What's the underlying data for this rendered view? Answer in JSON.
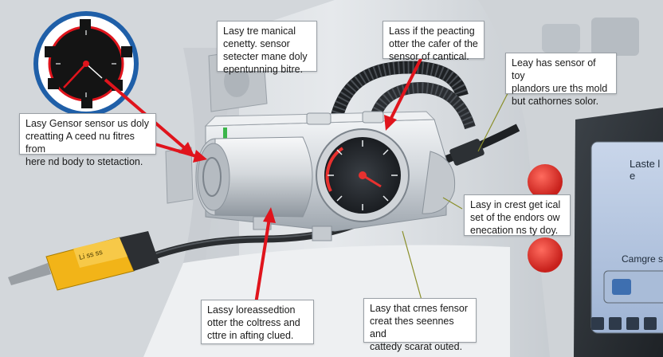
{
  "callouts": {
    "top_center": "Lasy tre manical\ncenetty. sensor\nsetecter mane doly\nepentunning bitre.",
    "top_right": "Lass if the peacting\notter the cafer of the\nsensor of cantical.",
    "right_upper": "Leay has sensor of toy\nplandors ure ths mold\nbut cathornes solor.",
    "left": "Lasy Gensor sensor us doly\ncreatting A ceed nu fitres from\nhere nd body to stetaction.",
    "right_middle": "Lasy in crest get ical\nset of the endors ow\nenecation ns ty doy.",
    "bottom_center": "Lassy loreassedtion\notter the coltress and\ncttre in afting clued.",
    "bottom_right": "Lasy that crnes fensor\ncreat thes seennes and\ncattedy scarat outed."
  },
  "screen": {
    "title": "Laste l e",
    "label": "Camgre s"
  },
  "tool_label": "Li ss  ss",
  "colors": {
    "arrow": "#e0141c",
    "accent_red": "#e8312f",
    "screen_bg": "#b9c9e0",
    "tool_yellow": "#f2b418"
  }
}
